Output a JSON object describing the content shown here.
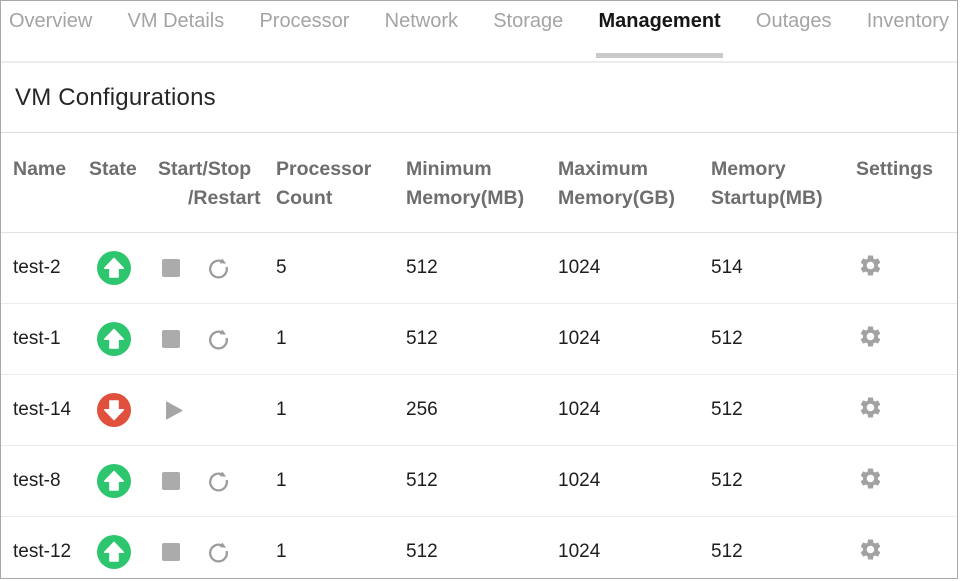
{
  "tabs": {
    "items": [
      {
        "label": "Overview",
        "active": false
      },
      {
        "label": "VM Details",
        "active": false
      },
      {
        "label": "Processor",
        "active": false
      },
      {
        "label": "Network",
        "active": false
      },
      {
        "label": "Storage",
        "active": false
      },
      {
        "label": "Management",
        "active": true
      },
      {
        "label": "Outages",
        "active": false
      },
      {
        "label": "Inventory",
        "active": false
      }
    ]
  },
  "page": {
    "title": "VM Configurations"
  },
  "table": {
    "columns": [
      {
        "line1": "Name",
        "line2": ""
      },
      {
        "line1": "State",
        "line2": ""
      },
      {
        "line1": "Start/Stop",
        "line2": "/Restart"
      },
      {
        "line1": "Processor",
        "line2": "Count"
      },
      {
        "line1": "Minimum",
        "line2": "Memory(MB)"
      },
      {
        "line1": "Maximum",
        "line2": "Memory(GB)"
      },
      {
        "line1": "Memory",
        "line2": "Startup(MB)"
      },
      {
        "line1": "Settings",
        "line2": ""
      }
    ],
    "rows": [
      {
        "name": "test-2",
        "state": "up",
        "controls": [
          "stop",
          "restart"
        ],
        "processor_count": "5",
        "minimum_memory_mb": "512",
        "maximum_memory_gb": "1024",
        "memory_startup_mb": "514"
      },
      {
        "name": "test-1",
        "state": "up",
        "controls": [
          "stop",
          "restart"
        ],
        "processor_count": "1",
        "minimum_memory_mb": "512",
        "maximum_memory_gb": "1024",
        "memory_startup_mb": "512"
      },
      {
        "name": "test-14",
        "state": "down",
        "controls": [
          "start"
        ],
        "processor_count": "1",
        "minimum_memory_mb": "256",
        "maximum_memory_gb": "1024",
        "memory_startup_mb": "512"
      },
      {
        "name": "test-8",
        "state": "up",
        "controls": [
          "stop",
          "restart"
        ],
        "processor_count": "1",
        "minimum_memory_mb": "512",
        "maximum_memory_gb": "1024",
        "memory_startup_mb": "512"
      },
      {
        "name": "test-12",
        "state": "up",
        "controls": [
          "stop",
          "restart"
        ],
        "processor_count": "1",
        "minimum_memory_mb": "512",
        "maximum_memory_gb": "1024",
        "memory_startup_mb": "512"
      }
    ],
    "icons": {
      "state_up": "arrow-up-circle-icon",
      "state_down": "arrow-down-circle-icon",
      "start": "play-icon",
      "stop": "stop-square-icon",
      "restart": "restart-icon",
      "settings": "gear-icon"
    }
  },
  "colors": {
    "state_up_green": "#2ec56f",
    "state_down_red": "#e0503c",
    "icon_gray": "#a6a6a6",
    "active_tab_underline": "#c9c9c9"
  }
}
